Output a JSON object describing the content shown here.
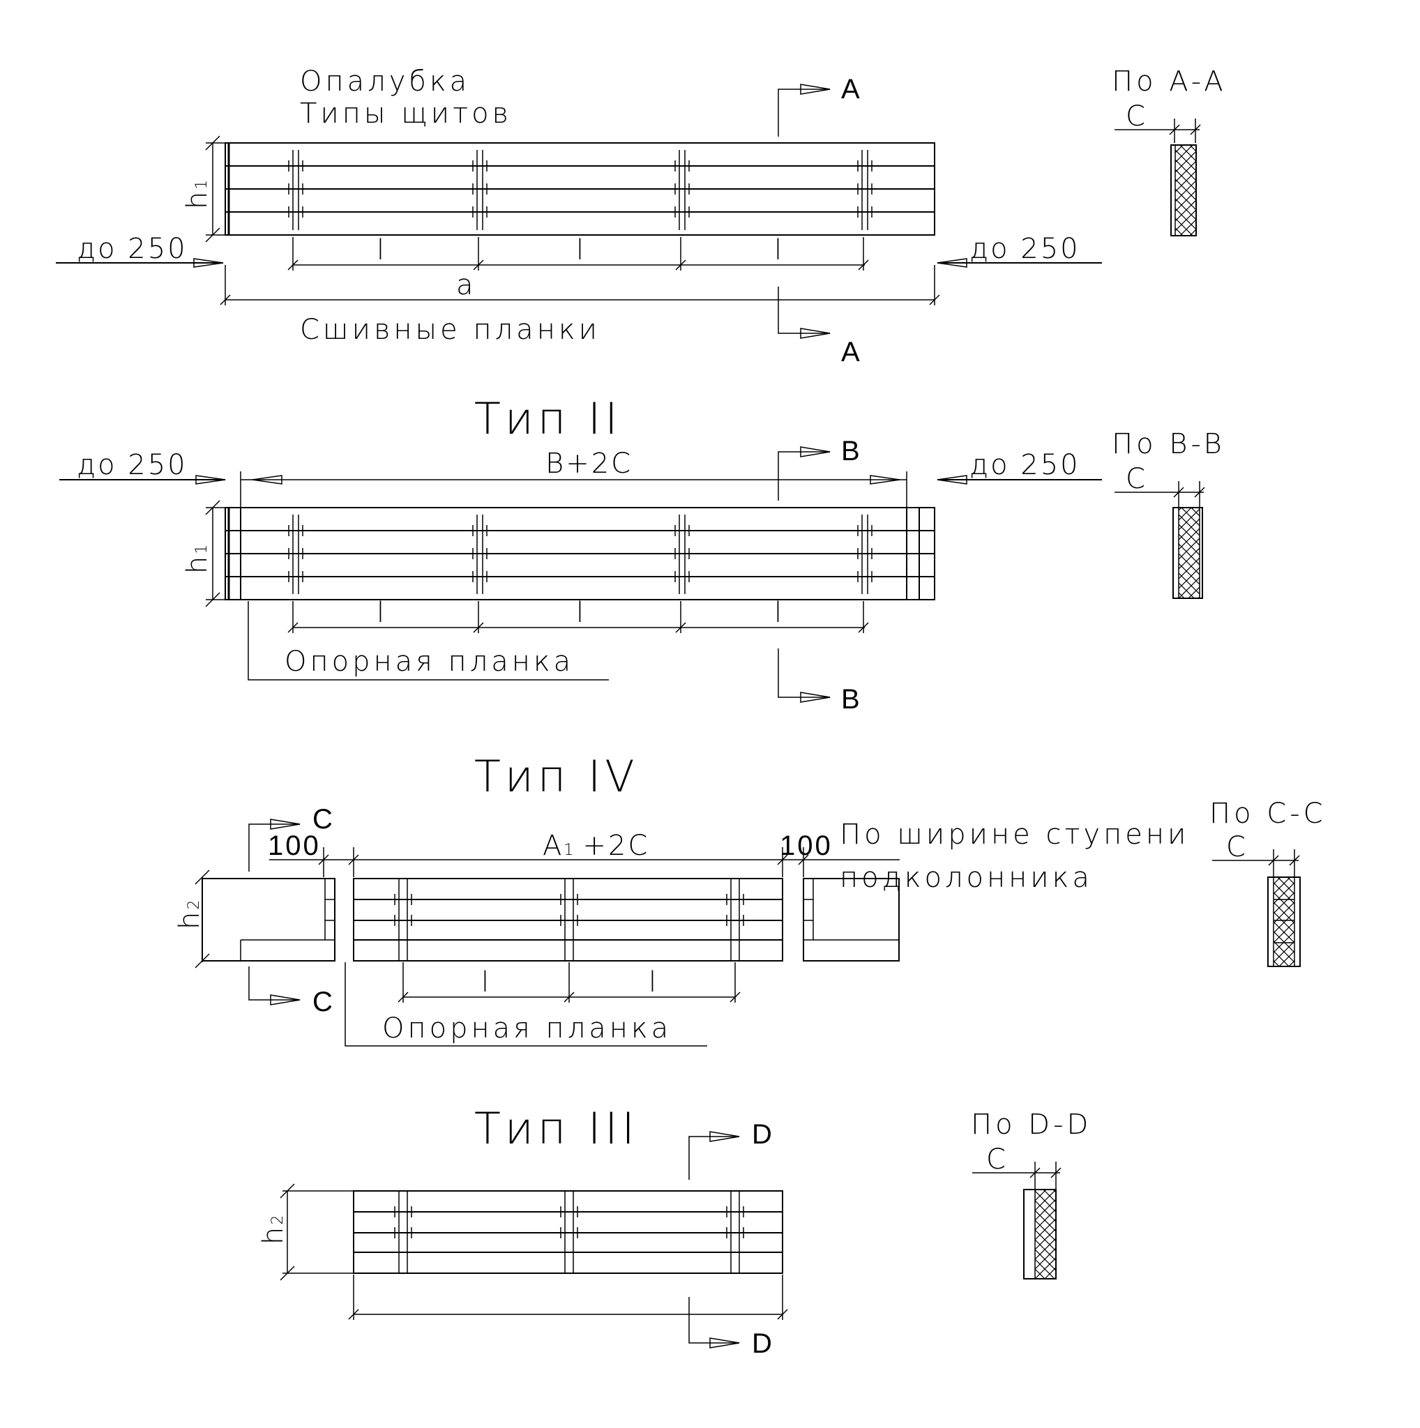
{
  "header": {
    "line1": "Опалубка",
    "line2": "Типы щитов"
  },
  "labels": {
    "stitch_boards": "Сшивные планки",
    "support_board": "Опорная планка",
    "width_note_line1": "По ширине ступени",
    "width_note_line2": "подколонника"
  },
  "dims": {
    "up_to": "до 250",
    "a": "a",
    "l": "l",
    "b2c": "B+2C",
    "a1": "A",
    "a1_sub": "1",
    "plus2c": "+2C",
    "hundred": "100",
    "h": "h",
    "h1_sub": "1",
    "h2_sub": "2"
  },
  "types": {
    "type2": "Тип II",
    "type4": "Тип IV",
    "type3": "Тип III"
  },
  "sections": {
    "aa": {
      "letter": "A",
      "title": "По A-A",
      "c": "C"
    },
    "bb": {
      "letter": "B",
      "title": "По B-B",
      "c": "C"
    },
    "cc": {
      "letter": "C",
      "title": "По C-C",
      "c": "C"
    },
    "dd": {
      "letter": "D",
      "title": "По D-D",
      "c": "C"
    }
  }
}
